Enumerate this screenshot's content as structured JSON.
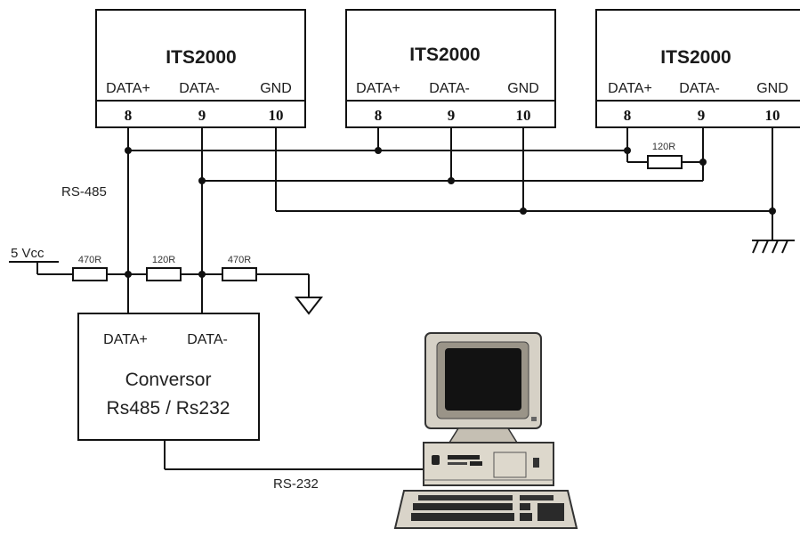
{
  "devices": [
    {
      "title": "ITS2000",
      "pins": [
        "DATA+",
        "DATA-",
        "GND"
      ],
      "pin_numbers": [
        "8",
        "9",
        "10"
      ]
    },
    {
      "title": "ITS2000",
      "pins": [
        "DATA+",
        "DATA-",
        "GND"
      ],
      "pin_numbers": [
        "8",
        "9",
        "10"
      ]
    },
    {
      "title": "ITS2000",
      "pins": [
        "DATA+",
        "DATA-",
        "GND"
      ],
      "pin_numbers": [
        "8",
        "9",
        "10"
      ]
    }
  ],
  "labels": {
    "rs485": "RS-485",
    "rs232": "RS-232",
    "vcc": "5 Vcc",
    "r_pullup": "470R",
    "r_term": "120R",
    "r_pulldown": "470R",
    "r_end": "120R"
  },
  "converter": {
    "pin_plus": "DATA+",
    "pin_minus": "DATA-",
    "name": "Conversor",
    "desc": "Rs485 / Rs232"
  }
}
